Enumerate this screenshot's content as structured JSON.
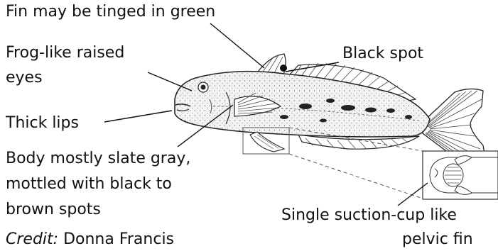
{
  "labels": {
    "fin_green": "Fin may be tinged in green",
    "frog_eyes_line1": "Frog-like raised",
    "frog_eyes_line2": "eyes",
    "black_spot": "Black spot",
    "thick_lips": "Thick lips",
    "body_line1": "Body mostly slate gray,",
    "body_line2": "mottled with black to",
    "body_line3": "brown spots",
    "suction_line1": "Single suction-cup like",
    "suction_line2": "pelvic fin"
  },
  "credit": {
    "key": "Credit:",
    "value": "Donna Francis"
  }
}
